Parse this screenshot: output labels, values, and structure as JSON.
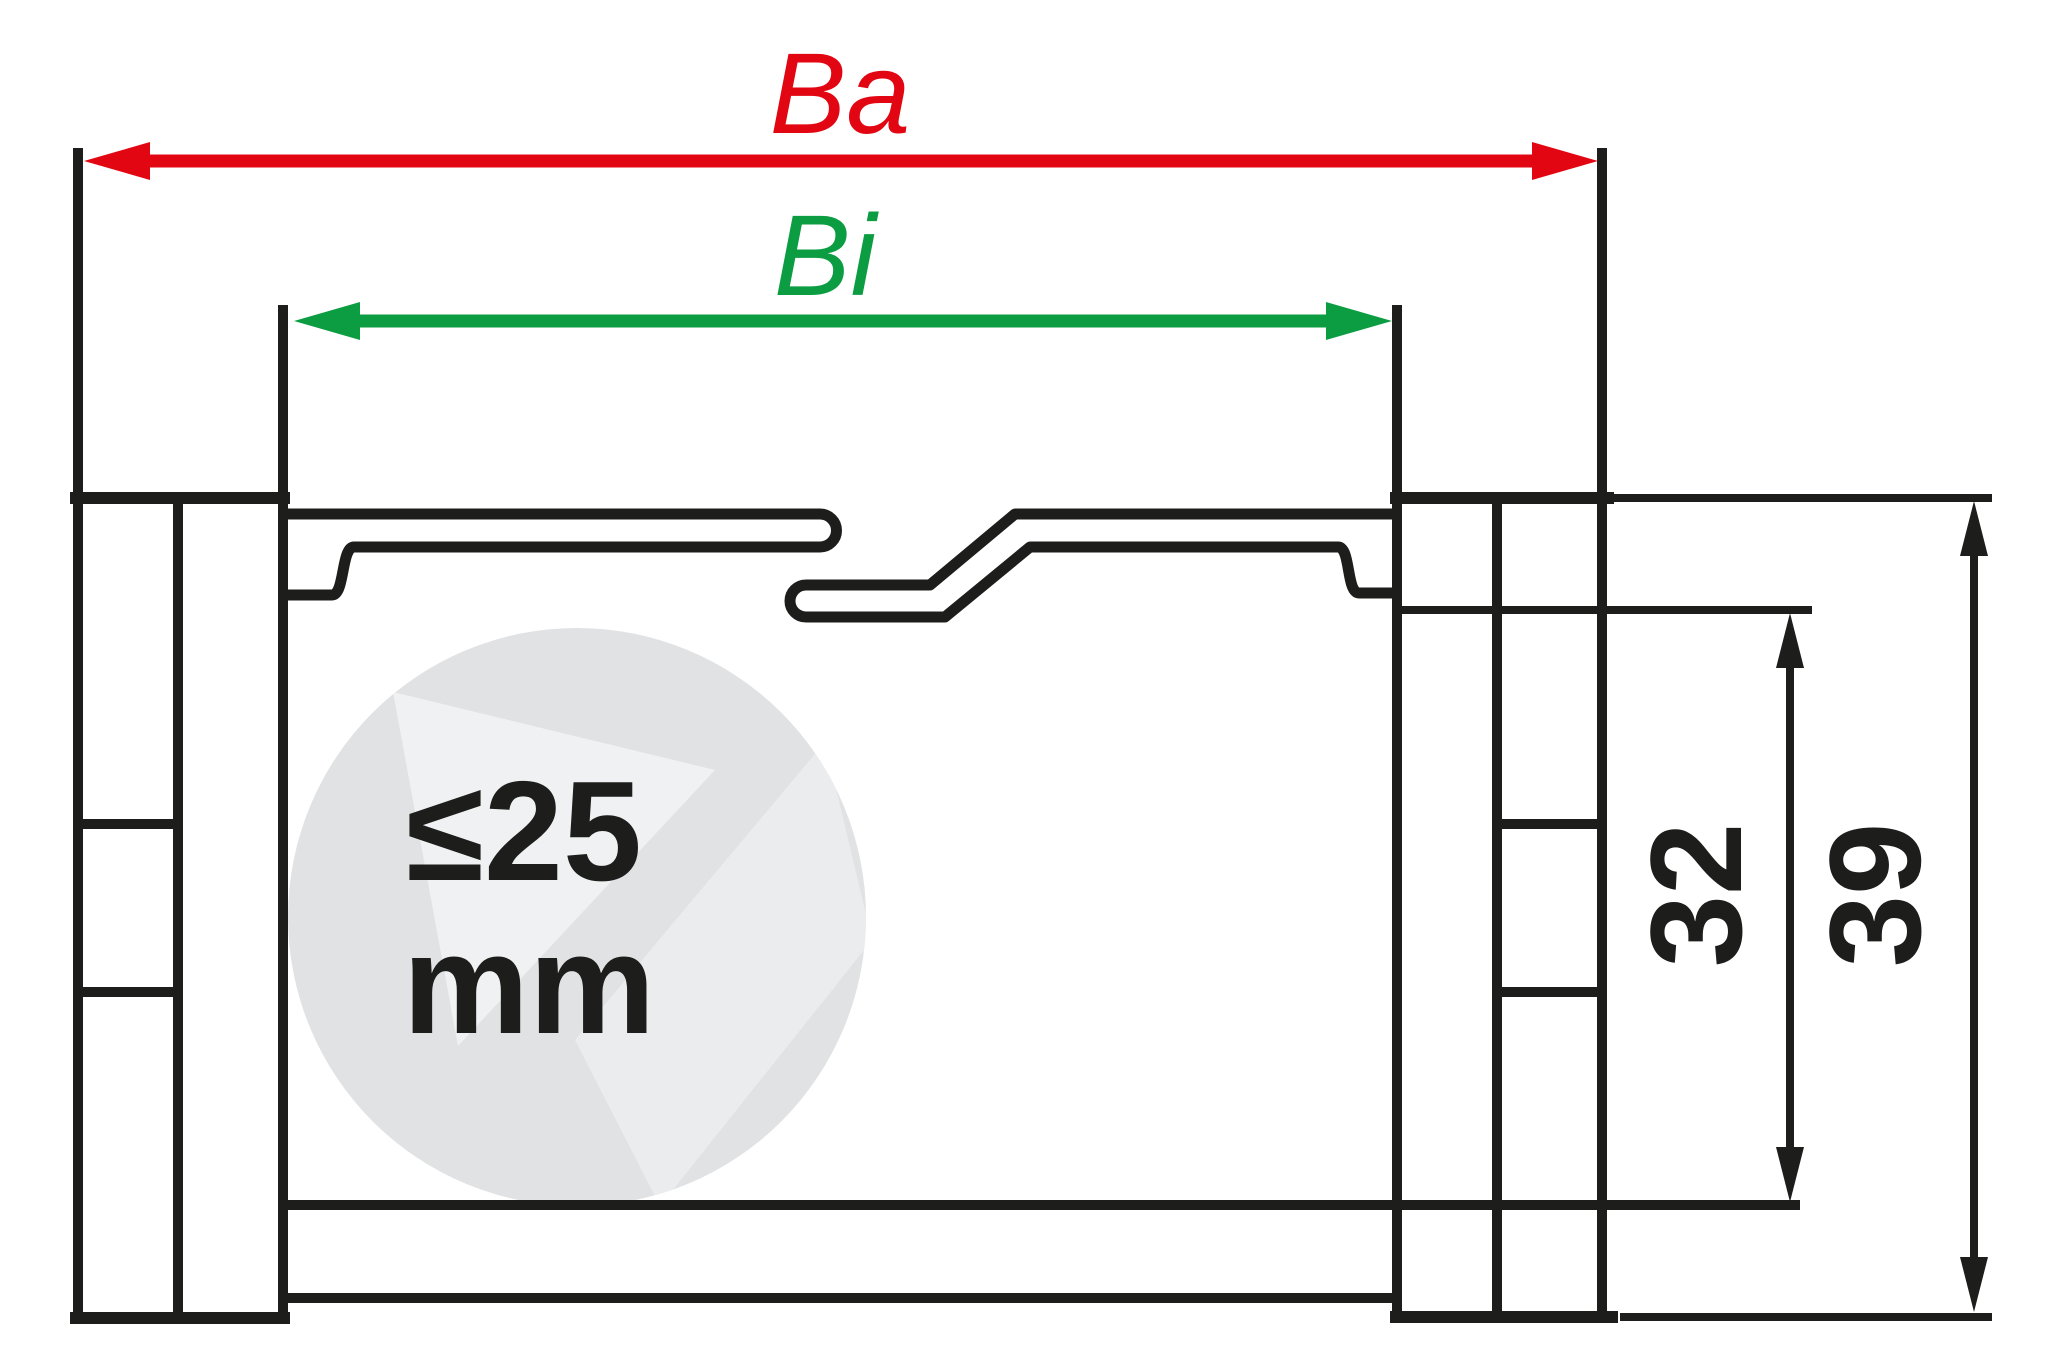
{
  "diagram": {
    "labels": {
      "outer_width": "Ba",
      "inner_width": "Bi",
      "inner_height": "32",
      "outer_height": "39",
      "max_cable_value": "≤25",
      "max_cable_unit": "mm"
    },
    "colors": {
      "outer-width-accent": "#e20613",
      "inner-width-accent": "#0c9d42",
      "line": "#1d1d1b",
      "watermark-base": "#e1e2e4",
      "watermark-facet-light": "#f0f1f3",
      "watermark-facet-mid": "#eaecee",
      "background": "#ffffff"
    }
  }
}
